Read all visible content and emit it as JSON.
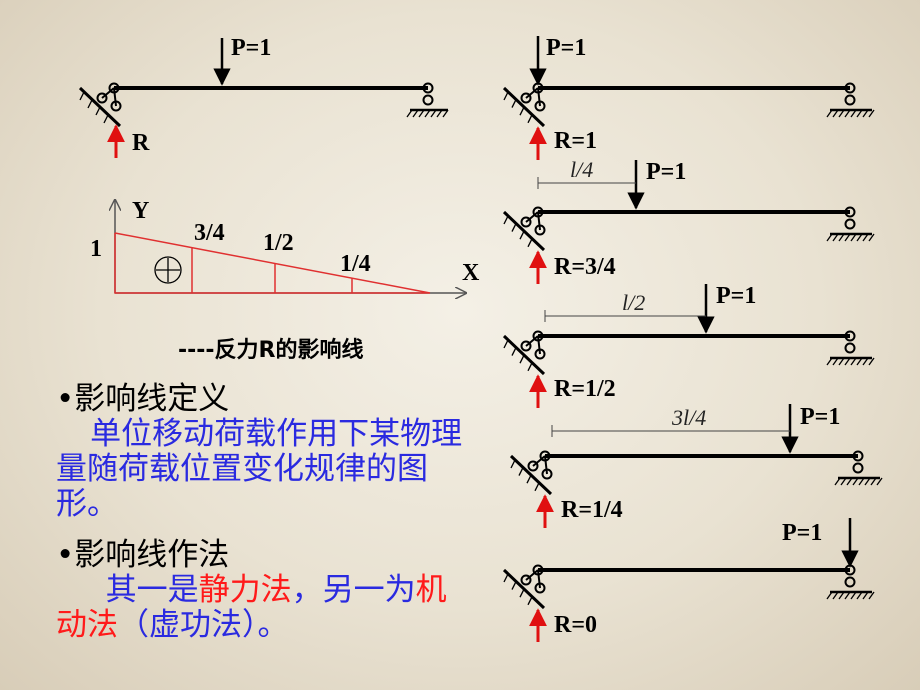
{
  "left_beam": {
    "load_label": "P=1",
    "reaction_label": "R"
  },
  "influence_diagram": {
    "y_axis_label": "Y",
    "x_axis_label": "X",
    "ordinate_1": "1",
    "ordinate_3_4": "3/4",
    "ordinate_1_2": "1/2",
    "ordinate_1_4": "1/4",
    "sign": "+",
    "caption": "----反力R的影响线"
  },
  "text": {
    "definition_heading": "•影响线定义",
    "definition_body": "单位移动荷载作用下某物理量随荷载位置变化规律的图形。",
    "method_heading": "•影响线作法",
    "method_part1": "其一是",
    "method_static": "静力法",
    "method_part2": "，另一为",
    "method_kinematic": "机动法",
    "method_part3": "（虚功法）。"
  },
  "right_beams": [
    {
      "load": "P=1",
      "reaction": "R=1",
      "distance": ""
    },
    {
      "load": "P=1",
      "reaction": "R=3/4",
      "distance": "l/4"
    },
    {
      "load": "P=1",
      "reaction": "R=1/2",
      "distance": "l/2"
    },
    {
      "load": "P=1",
      "reaction": "R=1/4",
      "distance": "3l/4"
    },
    {
      "load": "P=1",
      "reaction": "R=0",
      "distance": ""
    }
  ],
  "colors": {
    "reaction_arrow": "#e01010",
    "influence_line": "#e03030",
    "blue_text": "#2a2ae0",
    "red_text": "#ff1a1a"
  }
}
